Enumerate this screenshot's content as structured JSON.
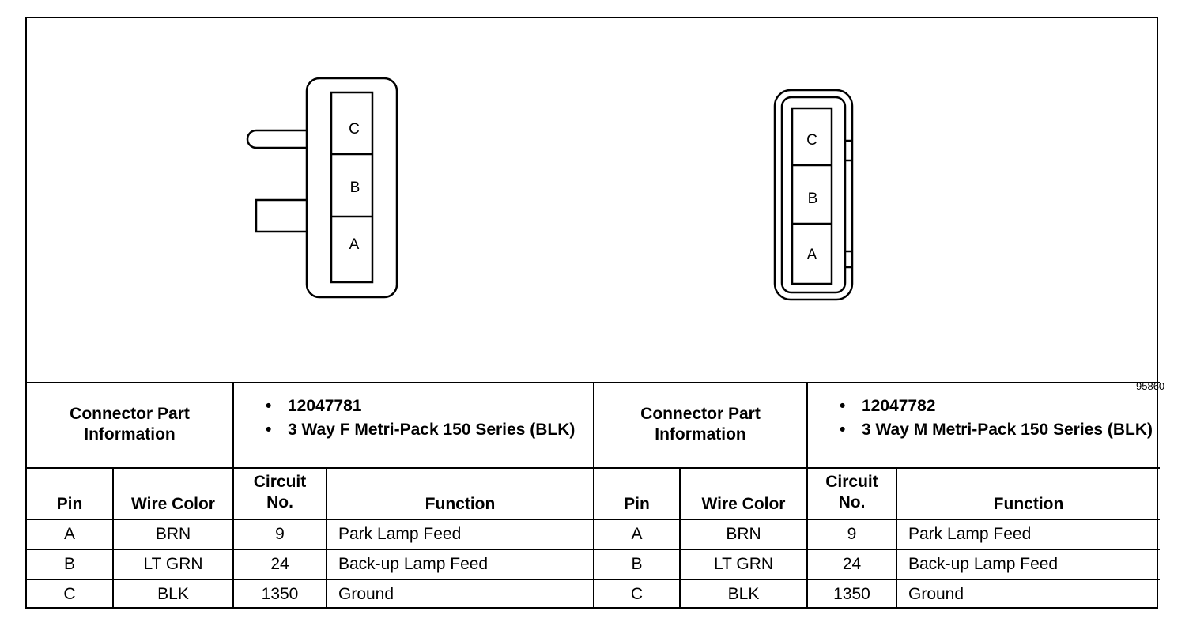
{
  "figure_id": "95860",
  "connectors": [
    {
      "part_label": "Connector Part Information",
      "part_info": [
        "12047781",
        "3 Way F Metri-Pack 150 Series (BLK)"
      ],
      "pin_labels": [
        "C",
        "B",
        "A"
      ]
    },
    {
      "part_label": "Connector Part Information",
      "part_info": [
        "12047782",
        "3 Way M Metri-Pack 150 Series (BLK)"
      ],
      "pin_labels": [
        "C",
        "B",
        "A"
      ]
    }
  ],
  "columns": {
    "pin": "Pin",
    "wire_color": "Wire Color",
    "circuit": "Circuit No.",
    "function": "Function"
  },
  "rows": [
    {
      "pin": "A",
      "wire_color": "BRN",
      "circuit": "9",
      "function": "Park Lamp Feed"
    },
    {
      "pin": "B",
      "wire_color": "LT GRN",
      "circuit": "24",
      "function": "Back-up Lamp Feed"
    },
    {
      "pin": "C",
      "wire_color": "BLK",
      "circuit": "1350",
      "function": "Ground"
    }
  ]
}
